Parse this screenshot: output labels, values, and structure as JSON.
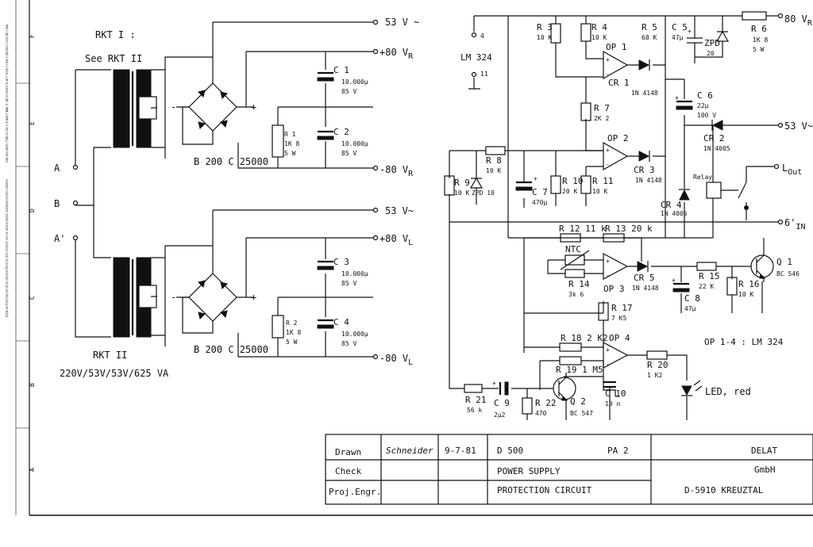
{
  "margin_note": {
    "upper": "Weitergabe sowie Vervielfältigung dieser Unterlage, Verwertung und Mitteilung ihres Inhalts nicht gestattet, soweit nicht ausdrücklich zugestanden. Zuwiderhandlungen verpflichten zu Schadenersatz.",
    "lower": "without express authority. Offenders are liable to the payment of damages. All rights are reserved in the event of the grant of a patent or registration of a utility model or design."
  },
  "zones": [
    "F",
    "E",
    "D",
    "C",
    "B",
    "A"
  ],
  "transformers": {
    "rkt1_label": "RKT I :",
    "rkt1_note": "See RKT II",
    "rkt2_label": "RKT II",
    "rating": "220V/53V/53V/625 VA",
    "inputs": [
      "A",
      "B",
      "A'"
    ]
  },
  "rectifiers": {
    "bridge_label": "B 200 C 25000"
  },
  "outputs": {
    "ac_top": "53 V ~",
    "pos_r": "+80 V",
    "pos_r_sub": "R",
    "neg_r": "-80 V",
    "neg_r_sub": "R",
    "ac_mid": "53 V~",
    "pos_l": "+80 V",
    "pos_l_sub": "L",
    "neg_l": "-80 V",
    "neg_l_sub": "L",
    "out_80": "80 V",
    "out_80_sub": "R",
    "out_53": "53 V~",
    "l_out": "L",
    "l_out_sub": "Out",
    "in_6": "6'",
    "in_6_sub": "IN"
  },
  "components": {
    "c1": [
      "C 1",
      "10.000µ",
      "85 V"
    ],
    "c2": [
      "C 2",
      "10.000µ",
      "85 V"
    ],
    "c3": [
      "C 3",
      "10.000µ",
      "85 V"
    ],
    "c4": [
      "C 4",
      "10.000µ",
      "85 V"
    ],
    "r1": [
      "R 1",
      "1K 8",
      "5 W"
    ],
    "r2": [
      "R 2",
      "1K 8",
      "5 W"
    ],
    "r3": [
      "R 3",
      "10 K"
    ],
    "r4": [
      "R 4",
      "10 K"
    ],
    "r5": [
      "R 5",
      "68 K"
    ],
    "c5": [
      "C 5",
      "47µ"
    ],
    "zpd20": [
      "ZPD",
      "20"
    ],
    "r6": [
      "R 6",
      "1K 8",
      "5 W"
    ],
    "lm324_pin4": "4",
    "lm324_pin11": "11",
    "lm324": "LM 324",
    "op1": "OP 1",
    "cr1": [
      "CR 1",
      "1N 4148"
    ],
    "r7": [
      "R 7",
      "2K 2"
    ],
    "c6": [
      "C 6",
      "22µ",
      "100 V"
    ],
    "cr2": [
      "CR 2",
      "1N 4005"
    ],
    "op2": "OP 2",
    "cr3": [
      "CR 3",
      "1N 4148"
    ],
    "r8": [
      "R 8",
      "10 K"
    ],
    "r9": [
      "R 9",
      "10 K"
    ],
    "zpd10": "ZPD 10",
    "c7": [
      "C 7",
      "470µ"
    ],
    "r10": [
      "R 10",
      "20 K"
    ],
    "r11": [
      "R 11",
      "10 K"
    ],
    "cr4": [
      "CR 4",
      "1N 4005"
    ],
    "relay": "Relay",
    "r12": "R 12  11 k",
    "r13": "R 13  20 k",
    "ntc": "NTC",
    "r14": [
      "R 14",
      "3k 6"
    ],
    "op3": "OP 3",
    "cr5": [
      "CR 5",
      "1N 4148"
    ],
    "r15": [
      "R 15",
      "22 K"
    ],
    "r16": [
      "R 16",
      "10 K"
    ],
    "c8": [
      "C 8",
      "47µ"
    ],
    "q1": [
      "Q 1",
      "BC 546"
    ],
    "r17": [
      "R 17",
      "7 K5"
    ],
    "r18": "R 18  2 K2",
    "op4": "OP 4",
    "r19": "R 19  1 M5",
    "r20": [
      "R 20",
      "1 K2"
    ],
    "op_note": "OP 1-4 : LM 324",
    "r21": [
      "R 21",
      "56 k"
    ],
    "c9": [
      "C 9",
      "2µ2"
    ],
    "r22": [
      "R 22",
      "470"
    ],
    "q2": [
      "Q 2",
      "BC 547"
    ],
    "c10": [
      "C 10",
      "10 n"
    ],
    "led": "LED, red"
  },
  "title_block": {
    "drawn_label": "Drawn",
    "drawn_name": "Schneider",
    "drawn_date": "9-7-81",
    "check_label": "Check",
    "proj_label": "Proj.Engr.",
    "doc_number": "D 500",
    "doc_rev": "PA 2",
    "title_line1": "POWER SUPPLY",
    "title_line2": "PROTECTION CIRCUIT",
    "company_line1": "DELAT",
    "company_line2": "GmbH",
    "company_line3": "D-5910 KREUZTAL"
  }
}
